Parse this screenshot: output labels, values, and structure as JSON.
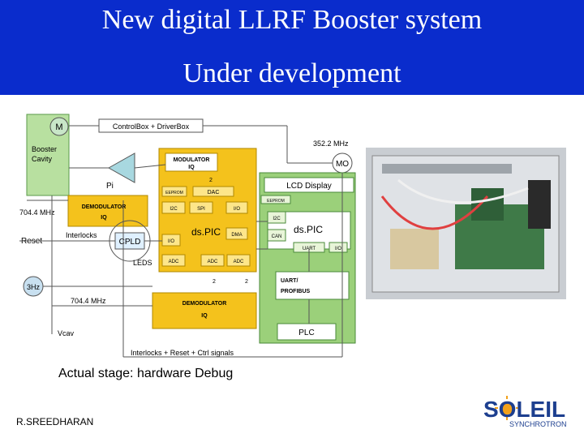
{
  "header": {
    "title_line1": "New digital LLRF Booster system",
    "title_line2": "Under development"
  },
  "diagram": {
    "booster": {
      "m": "M",
      "l1": "Booster",
      "l2": "Cavity"
    },
    "controlbox": "ControlBox + DriverBox",
    "freq_352": "352.2 MHz",
    "mo": "MO",
    "pi": "Pi",
    "modulator": {
      "l1": "MODULATOR",
      "l2": "IQ"
    },
    "n2": "2",
    "eeprom": "EEPROM",
    "dac": "DAC",
    "i2c": "I2C",
    "spi": "SPI",
    "io": "I/O",
    "dspic": "ds.PIC",
    "dma": "DMA",
    "adc": "ADC",
    "demod1": {
      "l1": "DEMODULATOR",
      "l2": "IQ"
    },
    "freq_704a": "704.4 MHz",
    "interlocks": "Interlocks",
    "reset": "Reset",
    "cpld": "CPLD",
    "leds": "LEDS",
    "hz3": "3Hz",
    "freq_704b": "704.4 MHz",
    "demod2": {
      "l1": "DEMODULATOR",
      "l2": "IQ"
    },
    "vcav": "Vcav",
    "bottom_bus": "Interlocks + Reset + Ctrl signals",
    "lcd": "LCD Display",
    "can": "CAN",
    "uart": "UART",
    "uart_profibus": {
      "l1": "UART/",
      "l2": "PROFIBUS"
    },
    "plc": "PLC",
    "n2b": "2",
    "n2c": "2"
  },
  "caption": "Actual stage: hardware Debug",
  "author": "R.SREEDHARAN",
  "logo": {
    "word": "SOLEIL",
    "sub": "SYNCHROTRON"
  },
  "colors": {
    "header_blue": "#0a2ccc",
    "soleil_blue": "#1d3f8f",
    "sun_orange": "#f2a11a",
    "block_yellow": "#f4c21c",
    "block_green": "#9bd07a",
    "booster_green": "#b8e0a0"
  }
}
